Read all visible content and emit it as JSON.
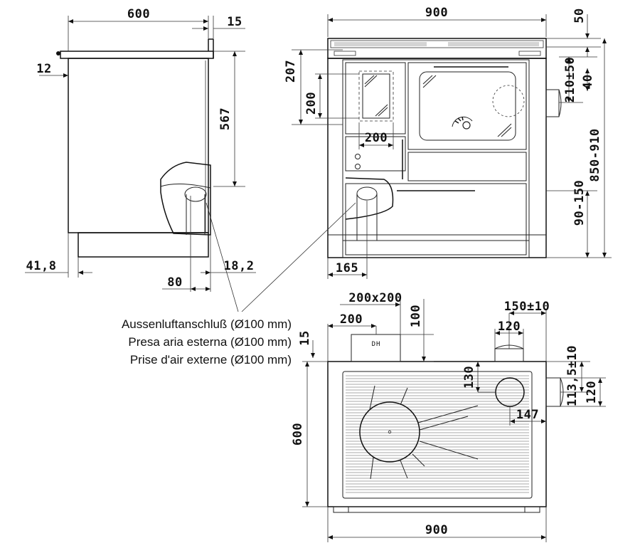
{
  "dimensions": {
    "side_width": "600",
    "side_top_lip": "15",
    "side_offset": "12",
    "side_height": "567",
    "side_foot": "41,8",
    "side_inlet_x": "80",
    "side_inlet_offset": "18,2",
    "front_width": "900",
    "front_top": "50",
    "front_oven_door": "207",
    "front_firebox": "200",
    "front_firebox_width": "200",
    "front_flue_height": "210±50",
    "front_flue_offset": "40",
    "front_total_height": "850-910",
    "front_plinth": "90-150",
    "front_inlet_x": "165",
    "top_inlet_size": "200x200",
    "top_inlet_x": "200",
    "top_inlet_depth": "100",
    "top_back_lip": "15",
    "top_flue_x": "150±10",
    "top_flue_diameter": "120",
    "top_flue_side": "113,5±10",
    "top_flue_side_diameter": "120",
    "top_ring_y": "130",
    "top_ring_x": "147",
    "top_depth": "600",
    "top_width": "900"
  },
  "labels": {
    "air_inlet_de": "Aussenluftanschluß (Ø100 mm)",
    "air_inlet_it": "Presa aria esterna (Ø100 mm)",
    "air_inlet_fr": "Prise d'air externe (Ø100 mm)",
    "inlet_box_code": "DH"
  }
}
